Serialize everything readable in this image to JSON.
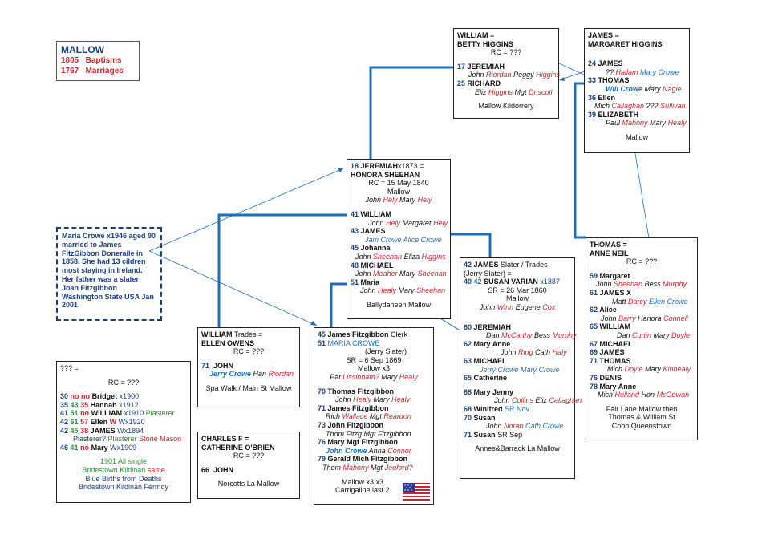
{
  "title": {
    "name": "MALLOW",
    "baptisms_n": "1805",
    "baptisms": "Baptisms",
    "marriages_n": "1767",
    "marriages": "Marriages"
  },
  "note": "Maria Crowe x1946 aged 90 married to James FitzGibbon Doneraile in 1858. She had 13 cildren most staying in Ireland. Her father was a slater Joan Fitzgibbon Washington State USA Jan 2001",
  "william_betty": {
    "l1": "WILLIAM =",
    "l2": "BETTY HIGGINS",
    "rc": "RC = ???",
    "c1n": "17",
    "c1": "JEREMIAH",
    "c1s": [
      "John ",
      "Riordan",
      " Peggy ",
      "Higgins"
    ],
    "c2n": "25",
    "c2": "RICHARD",
    "c2s": [
      "Eliz ",
      "Higgins",
      " Mgt ",
      "Driscoll"
    ],
    "place": "Mallow  Kildorrery"
  },
  "james_margaret": {
    "l1": "JAMES  =",
    "l2": "MARGARET HIGGINS",
    "c1n": "24",
    "c1": "JAMES",
    "c1s": [
      "?? ",
      "Hallam",
      " Mary Crowe"
    ],
    "c2n": "33",
    "c2": "THOMAS",
    "c2s": [
      "Will Crowe",
      " Mary ",
      "Nagle"
    ],
    "c3n": "36",
    "c3": "Ellen",
    "c3s": [
      "Mich ",
      "Callaghan",
      " ??? ",
      "Sullivan"
    ],
    "c4n": "39",
    "c4": "ELIZABETH",
    "c4s": [
      "Paul ",
      "Mahony",
      " Mary ",
      "Healy"
    ],
    "place": "Mallow"
  },
  "jeremiah_honora": {
    "l1n": "18",
    "l1": "JEREMIAH",
    "l1x": "x1873 =",
    "l2": "HONORA SHEEHAN",
    "rc": "RC = 15 May 1840",
    "place1": "Mallow",
    "sp": [
      "John ",
      "Hely",
      " Mary ",
      "Hely"
    ],
    "c1n": "41",
    "c1": "WILLIAM",
    "c1s": [
      "John ",
      "Hely",
      " Margaret ",
      "Hely"
    ],
    "c2n": "43",
    "c2": "JAMES",
    "c2s": [
      "Jam Crowe Alice Crowe"
    ],
    "c3n": "45",
    "c3": "Johanna",
    "c3s": [
      "John ",
      "Sheehan",
      " Eliza ",
      "Higgins"
    ],
    "c4n": "48",
    "c4": "MICHAEL",
    "c4s": [
      "John ",
      "Meaher",
      " Mary ",
      "Sheehan"
    ],
    "c5n": "51",
    "c5": "Maria",
    "c5s": [
      "John ",
      "Healy",
      " Mary ",
      "Sheehan"
    ],
    "place": "Ballydaheen Mallow"
  },
  "thomas_anne": {
    "l1": "THOMAS  =",
    "l2": "ANNE NEIL",
    "rc": "RC = ???",
    "c1n": "59",
    "c1": "Margaret",
    "c1s": [
      "John ",
      "Sheehan",
      " Bess ",
      "Murphy"
    ],
    "c2n": "61",
    "c2": "JAMES X",
    "c2s": [
      "Matt ",
      "Darcy",
      " Ellen Crowe"
    ],
    "c3n": "62",
    "c3": "Alice",
    "c3s": [
      "John ",
      "Barry",
      " Hanora ",
      "Connell"
    ],
    "c4n": "65",
    "c4": "WILLIAM",
    "c4s": [
      "Dan ",
      "Curtin",
      " Mary ",
      "Doyle"
    ],
    "c5n": "67",
    "c5": "MICHAEL",
    "c6n": "69",
    "c6": "JAMES",
    "c7n": "71",
    "c7": "THOMAS",
    "c7s": [
      "Mich ",
      "Doyle",
      " Mary ",
      "Kinnealy"
    ],
    "c8n": "76",
    "c8": "DENIS",
    "c9n": "78",
    "c9": "Mary Anne",
    "c9s": [
      "Mich ",
      "Holland",
      " Hon ",
      "McGowan"
    ],
    "place1": "Fair Lane  Mallow then",
    "place2": "Thomas & William St",
    "place3": "Cobh  Queenstown"
  },
  "james_susan": {
    "l1n": "42",
    "l1": "JAMES",
    "l1t": " Slater / Trades",
    "l2": "(Jerry Slater) =",
    "l3a": "40",
    "l3b": "42",
    "l3": "SUSAN VARIAN",
    "l3x": "x1887",
    "sr": "SR = 26 Mar 1860",
    "place1": "Mallow",
    "sp": [
      "John ",
      "Winn",
      " Eugene ",
      "Cox"
    ],
    "c1n": "60",
    "c1": "JEREMIAH",
    "c1s": [
      "Dan ",
      "McCarthy",
      " Bess ",
      "Murphy"
    ],
    "c2n": "62",
    "c2": "Mary Anne",
    "c2s": [
      "John ",
      "Ring",
      " Cath ",
      "Haly"
    ],
    "c3n": "63",
    "c3": "MICHAEL",
    "c3s": [
      "Jerry Crowe Mary Crowe"
    ],
    "c4n": "65",
    "c4": "Catherine",
    "c5n": "68",
    "c5": "Mary Jenny",
    "c5s": [
      "John ",
      "Collins",
      " Eliz ",
      "Callaghan"
    ],
    "c6n": "68",
    "c6": "Winifred",
    "c6s": "SR Nov",
    "c7n": "70",
    "c7": "Susan",
    "c7s": [
      "John ",
      "Noran",
      " Cath Crowe"
    ],
    "c8n": "71",
    "c8": "Susan",
    "c8s": "SR Sep",
    "place": "Annes&Barrack La  Mallow"
  },
  "james_maria": {
    "l1n": "45",
    "l1": "James Fitzgibbon",
    "l1t": " Clerk",
    "l2n": "51",
    "l2": "MARIA CROWE",
    "l3": "(Jerry Slater)",
    "sr": "SR = 6 Sep 1869",
    "place1": "Mallow  x3",
    "sp": [
      "Pat ",
      "Lissinham?",
      " Mary ",
      "Healy"
    ],
    "c1n": "70",
    "c1": "Thomas Fitzgibbon",
    "c1s": [
      "John ",
      "Healy",
      " Mary ",
      "Healy"
    ],
    "c2n": "71",
    "c2": "James Fitzgibbon",
    "c2s": [
      "Rich ",
      "Wallace",
      " Mgt ",
      "Reardon"
    ],
    "c3n": "73",
    "c3": "John Fitzgibbon",
    "c3s": [
      "Thom Fitzg Mgt Fitzgibbon"
    ],
    "c4n": "76",
    "c4": "Mary Mgt Fitzgibbon",
    "c4s": [
      "John Crowe",
      " Anna ",
      "Connor"
    ],
    "c5n": "79",
    "c5": "Gerald Mich Fitzgibbon",
    "c5s": [
      "Thom ",
      "Mahony",
      " Mgt ",
      "Jeoford?"
    ],
    "place2": "Carrigaline last 2"
  },
  "william_ellen": {
    "l1": "WILLIAM",
    "l1t": " Trades  =",
    "l2": "ELLEN OWENS",
    "rc": "RC = ???",
    "c1n": "71",
    "c1": "JOHN",
    "c1s": [
      "Jerry Crowe",
      "  Han ",
      "Riordan"
    ],
    "place": "Spa Walk / Main St Mallow"
  },
  "charles_catherine": {
    "l1": "CHARLES  F =",
    "l2": "CATHERINE O'BRIEN",
    "rc": "RC = ???",
    "c1n": "66",
    "c1": "JOHN",
    "place": "Norcotts La  Mallow"
  },
  "unknown": {
    "l1": "??? =",
    "rc": "RC = ???",
    "r1": [
      "30",
      "no",
      "no",
      "Bridget",
      "x1900",
      ""
    ],
    "r2": [
      "35",
      "43",
      "35",
      "Hannah",
      "x1912",
      ""
    ],
    "r3": [
      "41",
      "51",
      "no",
      "WILLIAM",
      "x1910",
      "Plasterer"
    ],
    "r4": [
      "42",
      "61",
      "57",
      "Ellen",
      "W",
      "Wx1920"
    ],
    "r5": [
      "42",
      "45",
      "38",
      "JAMES",
      "Wx1894",
      ""
    ],
    "r5b": [
      "Plasterer?",
      "Plasterer",
      "Stone Mason"
    ],
    "r6": [
      "46",
      "41",
      "no",
      "Mary",
      "Wx1909",
      ""
    ],
    "f1": "1901 All single",
    "f2": "Bridestown Kildinan",
    "f2b": "same",
    "f3": "Blue Births from Deaths",
    "f4": "Bridestown Kildinan Fermoy"
  },
  "colors": {
    "navy": "#1b3f7a",
    "red": "#c0282d",
    "blue": "#1f6fb5",
    "green": "#2f8a3a",
    "line": "#1f6fb5"
  },
  "icons": {
    "flag": "us-flag-icon"
  }
}
